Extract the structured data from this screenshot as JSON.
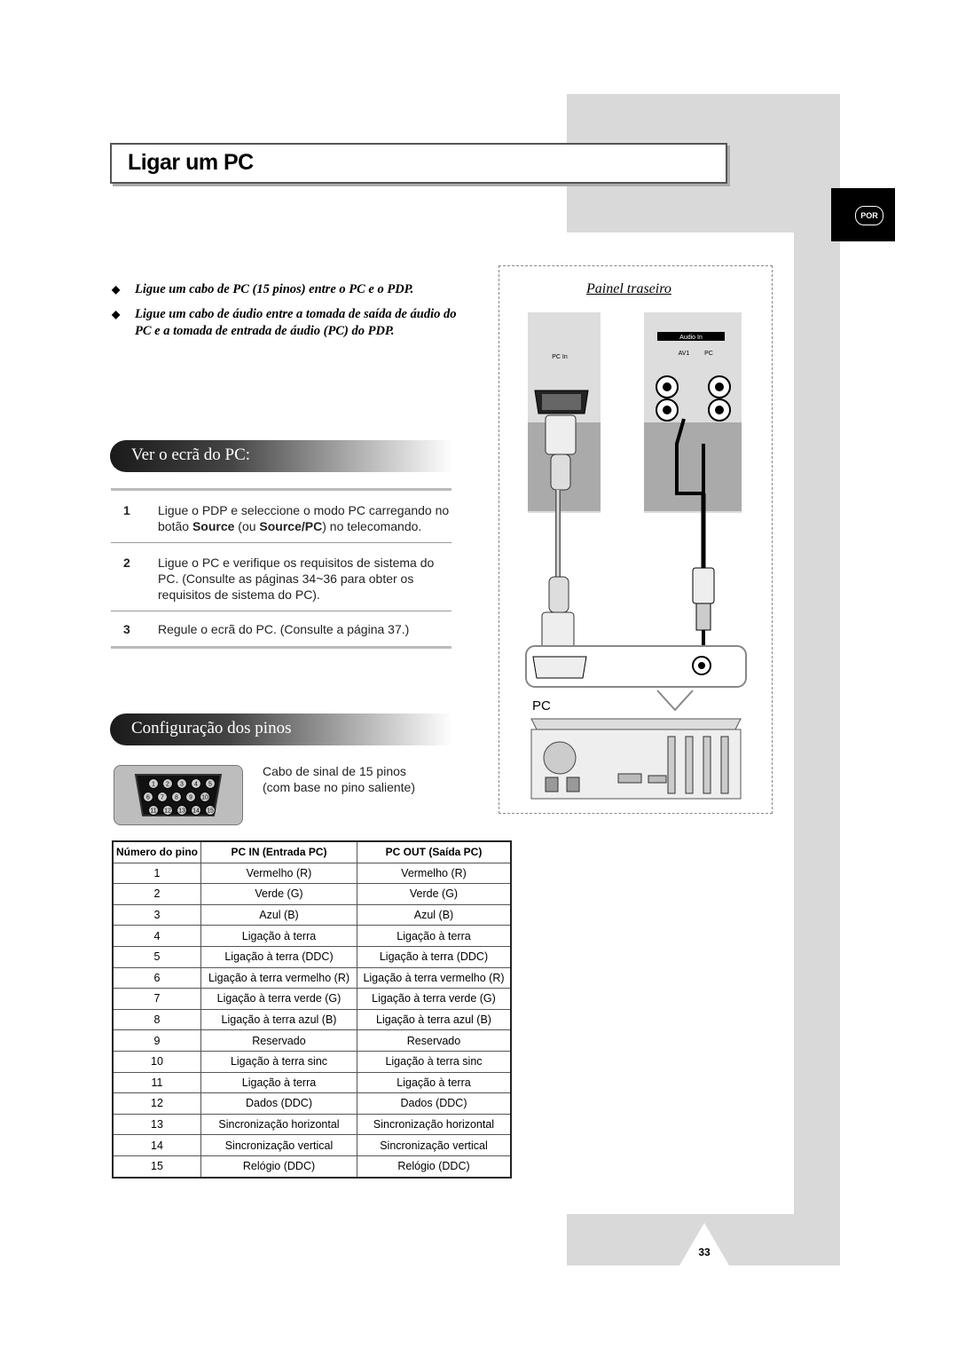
{
  "title": "Ligar um PC",
  "language_tab": "POR",
  "bullets": [
    "Ligue um cabo de PC (15 pinos) entre o PC e o PDP.",
    "Ligue um cabo de áudio entre a tomada de saída de áudio do PC e a tomada de entrada de áudio (PC) do PDP."
  ],
  "section1": {
    "heading": "Ver o ecrã do PC:",
    "steps": [
      {
        "num": "1",
        "html": "Ligue o PDP e seleccione o modo PC carregando no botão <b>Source</b> (ou <b>Source/PC</b>) no telecomando."
      },
      {
        "num": "2",
        "html": "Ligue o PC e verifique os requisitos de sistema do PC. (Consulte as páginas 34~36 para obter os requisitos de sistema do PC)."
      },
      {
        "num": "3",
        "html": "Regule o ecrã do PC. (Consulte a página 37.)"
      }
    ]
  },
  "section2": {
    "heading": "Configuração dos pinos",
    "connector_caption_line1": "Cabo de sinal de 15 pinos",
    "connector_caption_line2": "(com base no pino saliente)",
    "pin_numbers_row1": [
      "1",
      "2",
      "3",
      "4",
      "5"
    ],
    "pin_numbers_row2": [
      "6",
      "7",
      "8",
      "9",
      "10"
    ],
    "pin_numbers_row3": [
      "11",
      "12",
      "13",
      "14",
      "15"
    ]
  },
  "pin_table": {
    "headers": [
      "Número do pino",
      "PC IN (Entrada PC)",
      "PC OUT (Saída PC)"
    ],
    "rows": [
      [
        "1",
        "Vermelho (R)",
        "Vermelho (R)"
      ],
      [
        "2",
        "Verde (G)",
        "Verde (G)"
      ],
      [
        "3",
        "Azul (B)",
        "Azul (B)"
      ],
      [
        "4",
        "Ligação à terra",
        "Ligação à terra"
      ],
      [
        "5",
        "Ligação à terra (DDC)",
        "Ligação à terra (DDC)"
      ],
      [
        "6",
        "Ligação à terra vermelho (R)",
        "Ligação à terra vermelho (R)"
      ],
      [
        "7",
        "Ligação à terra verde (G)",
        "Ligação à terra verde (G)"
      ],
      [
        "8",
        "Ligação à terra azul (B)",
        "Ligação à terra azul (B)"
      ],
      [
        "9",
        "Reservado",
        "Reservado"
      ],
      [
        "10",
        "Ligação à terra sinc",
        "Ligação à terra sinc"
      ],
      [
        "11",
        "Ligação à terra",
        "Ligação à terra"
      ],
      [
        "12",
        "Dados (DDC)",
        "Dados (DDC)"
      ],
      [
        "13",
        "Sincronização horizontal",
        "Sincronização horizontal"
      ],
      [
        "14",
        "Sincronização vertical",
        "Sincronização vertical"
      ],
      [
        "15",
        "Relógio (DDC)",
        "Relógio (DDC)"
      ]
    ]
  },
  "diagram": {
    "title": "Painel traseiro",
    "pc_in_label": "PC In",
    "audio_in_label": "Audio In",
    "av1_label": "AV1",
    "pc_label_small": "PC",
    "pc_label": "PC"
  },
  "page_number": "33"
}
